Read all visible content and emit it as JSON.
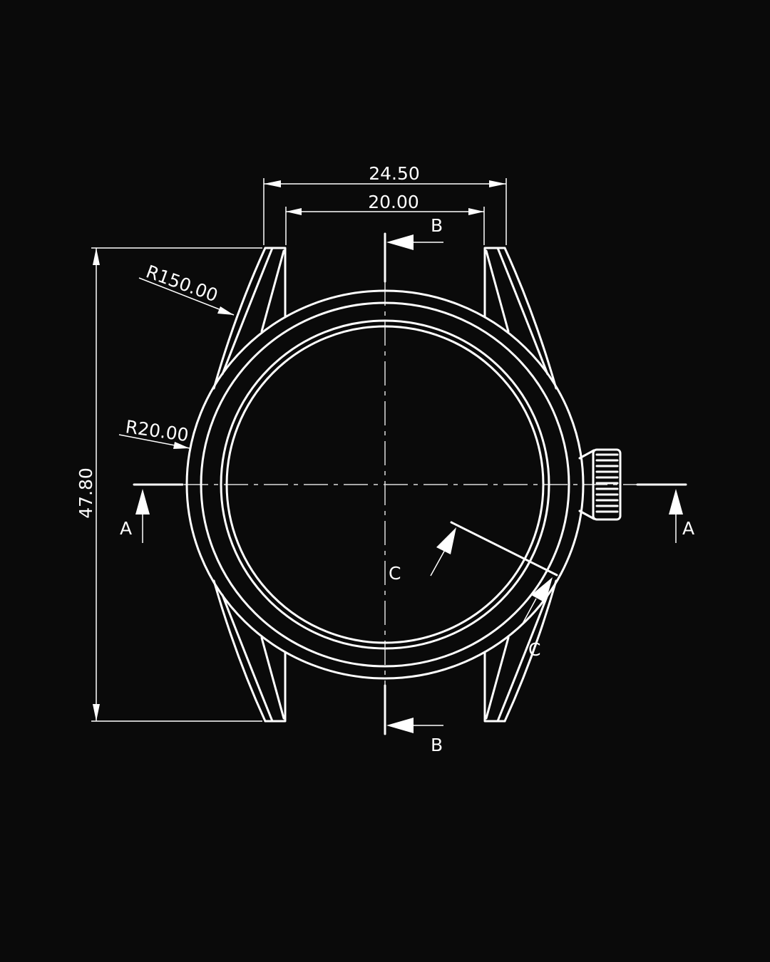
{
  "colors": {
    "background": "#0a0a0a",
    "line": "#ffffff"
  },
  "dimensions": {
    "lug_outer_width": "24.50",
    "lug_inner_width": "20.00",
    "overall_height": "47.80",
    "lug_radius": "R150.00",
    "case_radius": "R20.00"
  },
  "sections": {
    "a": "A",
    "b": "B",
    "c": "C"
  }
}
